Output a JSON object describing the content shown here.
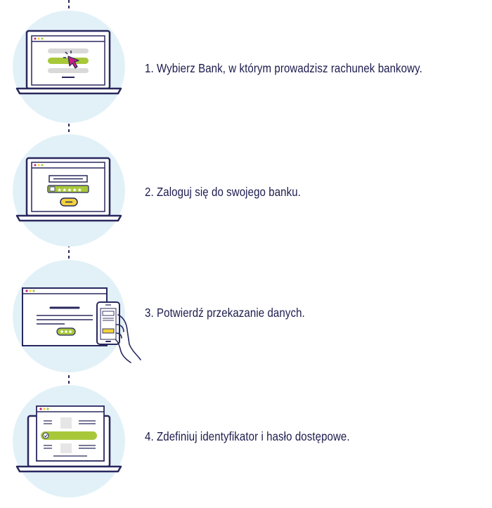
{
  "colors": {
    "navy": "#28285e",
    "circle": "#e2f1f8",
    "green": "#a8c83a",
    "green_dark": "#5b7a1a",
    "gray": "#d9d9d9",
    "pink": "#c71f7e",
    "yellow": "#f2d23a",
    "screen": "#ffffff"
  },
  "steps": [
    {
      "label": "1. Wybierz Bank, w którym prowadzisz rachunek bankowy.",
      "icon": "laptop-select-bank-icon"
    },
    {
      "label": "2. Zaloguj się do swojego banku.",
      "icon": "laptop-login-icon"
    },
    {
      "label": "3. Potwierdź przekazanie danych.",
      "icon": "phone-confirm-icon"
    },
    {
      "label": "4. Zdefiniuj identyfikator i hasło dostępowe.",
      "icon": "laptop-define-credentials-icon"
    }
  ]
}
